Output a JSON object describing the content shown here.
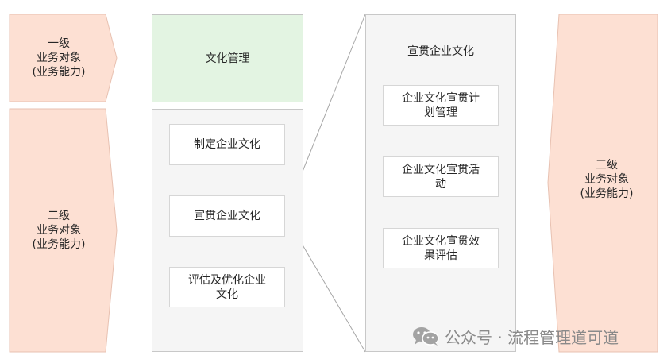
{
  "levels": {
    "level1": [
      "一级",
      "业务对象",
      "(业务能力)"
    ],
    "level2": [
      "二级",
      "业务对象",
      "(业务能力)"
    ],
    "level3": [
      "三级",
      "业务对象",
      "(业务能力)"
    ]
  },
  "level1_node": "文化管理",
  "level2_nodes": {
    "formulate": "制定企业文化",
    "promote": "宣贯企业文化",
    "evaluate": [
      "评估及优化企业",
      "文化"
    ]
  },
  "level3_panel": {
    "title": "宣贯企业文化",
    "plan": [
      "企业文化宣贯计",
      "划管理"
    ],
    "activity": [
      "企业文化宣贯活",
      "动"
    ],
    "effect": [
      "企业文化宣贯效",
      "果评估"
    ]
  },
  "watermark": "公众号 · 流程管理道可道",
  "colors": {
    "level_fill": "#fde0d3",
    "level_stroke": "#e8c1b1",
    "green_fill": "#e3f4e2",
    "panel_fill": "#f5f5f5",
    "line": "#a6a6a6"
  }
}
